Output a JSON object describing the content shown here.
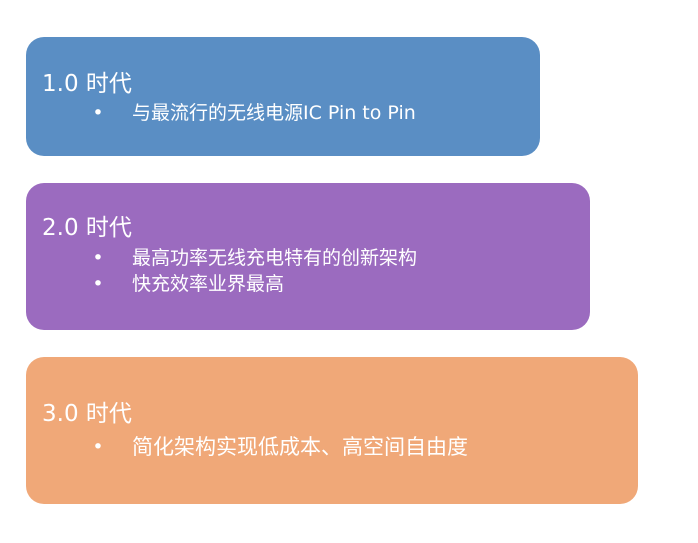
{
  "cards": [
    {
      "title": "1.0 时代",
      "color": "#5a8ec4",
      "items": [
        "与最流行的无线电源IC Pin to Pin"
      ]
    },
    {
      "title": "2.0 时代",
      "color": "#9b6bbf",
      "items": [
        "最高功率无线充电特有的创新架构",
        "快充效率业界最高"
      ]
    },
    {
      "title": "3.0 时代",
      "color": "#f0a878",
      "items": [
        "简化架构实现低成本、高空间自由度"
      ]
    }
  ],
  "bullet_glyph": "•"
}
